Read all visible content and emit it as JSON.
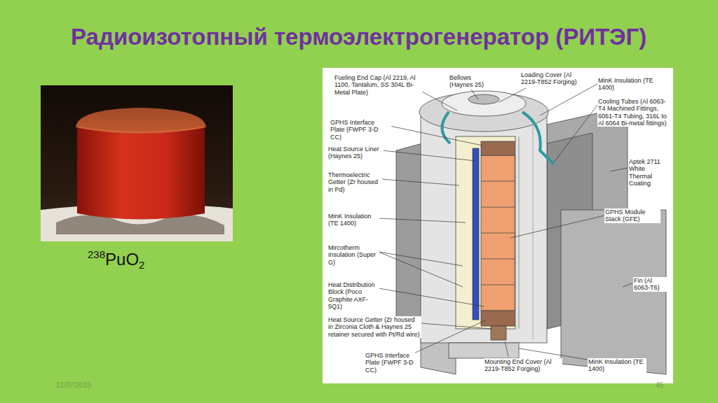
{
  "diagram": {
    "title": "Радиоизотопный термоэлектрогенератор (РИТЭГ)",
    "labels": [
      "238PuO2",
      "Fueling End Cap (Al 2219, Al 1100, Tantalum, SS 304L Bi-Metal Plate)",
      "Bellows (Haynes 25)",
      "Loading Cover (Al 2219-T852 Forging)",
      "MinK Insulation (TE 1400)",
      "Cooling Tubes (Al 6063-T4 Machined Fittings, 6061-T4 Tubing, 316L to Al 6064 Bi-metal fittings)",
      "GPHS Interface Plate (FWPF 3-D CC)",
      "Heat Source Liner (Haynes 25)",
      "Thermoelectric Getter (Zr housed in Pd)",
      "MinK Insulation (TE 1400)",
      "Mircotherm Insulation (Super G)",
      "Aptek 2711 White Thermal Coating",
      "GPHS Module Stack (GFE)",
      "Heat Distribution Block (Poco Graphite AXF-5Q1)",
      "Fin (Al 6063-T6)",
      "Heat Source Getter (Zr housed in Zirconia Cloth & Haynes 25 retainer secured with Pt/Rd wire)",
      "GPHS Interface Plate (FWPF 3-D CC)",
      "Mounting End Cover (Al 2219-T852 Forging)",
      "MinK Insulation (TE 1400)",
      "12/07/2019",
      "45"
    ]
  }
}
